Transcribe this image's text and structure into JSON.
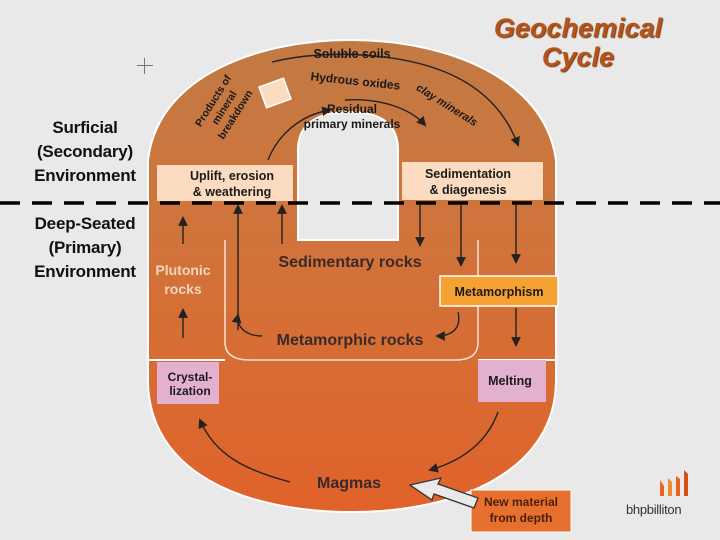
{
  "title": {
    "line1": "Geochemical",
    "line2": "Cycle"
  },
  "environments": {
    "surficial": [
      "Surficial",
      "(Secondary)",
      "Environment"
    ],
    "deep_seated": [
      "Deep-Seated",
      "(Primary)",
      "Environment"
    ]
  },
  "ring_labels": {
    "soluble_soils": "Soluble soils",
    "hydrous_oxides": "Hydrous oxides",
    "residual": [
      "Residual",
      "primary minerals"
    ],
    "clay_minerals": "clay minerals",
    "products": [
      "Products of",
      "mineral",
      "breakdown"
    ]
  },
  "boxes": {
    "uplift": [
      "Uplift, erosion",
      "& weathering"
    ],
    "sedimentation": [
      "Sedimentation",
      "& diagenesis"
    ],
    "metamorphism": "Metamorphism",
    "crystallization": [
      "Crystal-",
      "lization"
    ],
    "melting": "Melting",
    "new_material": [
      "New material",
      "from depth"
    ]
  },
  "rocks": {
    "plutonic": [
      "Plutonic",
      "rocks"
    ],
    "sedimentary": "Sedimentary rocks",
    "metamorphic": "Metamorphic rocks",
    "magmas": "Magmas"
  },
  "logo": {
    "text": "bhpbilliton"
  },
  "colors": {
    "background": "#e9e9e9",
    "upper_ring": "#c8804a",
    "middle_band": "#d4733a",
    "lower_ring": "#dd6428",
    "light_box": "#fbdcc0",
    "pink_box": "#e4b0d0",
    "orange_box": "#f6a233",
    "title": "#b5541a",
    "dashed_line": "#000000"
  }
}
